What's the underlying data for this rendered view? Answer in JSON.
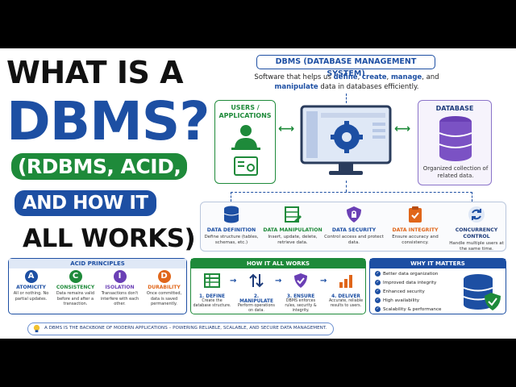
{
  "title": {
    "line1": "WHAT IS A",
    "line2": "DBMS?",
    "line3": "(RDBMS, ACID,",
    "line4": "AND HOW IT",
    "line5": "ALL WORKS)"
  },
  "dbms": {
    "heading": "DBMS (DATABASE MANAGEMENT SYSTEM)",
    "desc_before": "Software that helps us ",
    "kw_define": "define",
    "sep1": ", ",
    "kw_create": "create",
    "sep2": ", ",
    "kw_manage": "manage",
    "desc_mid": ", and ",
    "kw_manipulate": "manipulate",
    "desc_after": " data in databases efficiently."
  },
  "users": {
    "label": "USERS / APPLICATIONS"
  },
  "database": {
    "label": "DATABASE",
    "desc": "Organized collection of related data."
  },
  "features": [
    {
      "title": "DATA DEFINITION",
      "desc": "Define structure (tables, schemas, etc.)",
      "color": "#1d4fa3"
    },
    {
      "title": "DATA MANIPULATION",
      "desc": "Insert, update, delete, retrieve data.",
      "color": "#1e8a3a"
    },
    {
      "title": "DATA SECURITY",
      "desc": "Control access and protect data.",
      "color": "#1d4fa3"
    },
    {
      "title": "DATA INTEGRITY",
      "desc": "Ensure accuracy and consistency.",
      "color": "#e0661a"
    },
    {
      "title": "CONCURRENCY CONTROL",
      "desc": "Handle multiple users at the same time.",
      "color": "#1d4fa3"
    }
  ],
  "acid": {
    "heading": "ACID PRINCIPLES",
    "items": [
      {
        "letter": "A",
        "title": "ATOMICITY",
        "desc": "All or nothing. No partial updates.",
        "color": "#1d4fa3"
      },
      {
        "letter": "C",
        "title": "CONSISTENCY",
        "desc": "Data remains valid before and after a transaction.",
        "color": "#1e8a3a"
      },
      {
        "letter": "I",
        "title": "ISOLATION",
        "desc": "Transactions don't interfere with each other.",
        "color": "#6a3fb5"
      },
      {
        "letter": "D",
        "title": "DURABILITY",
        "desc": "Once committed, data is saved permanently.",
        "color": "#e0661a"
      }
    ]
  },
  "how": {
    "heading": "HOW IT ALL WORKS",
    "steps": [
      {
        "title": "1. DEFINE",
        "desc": "Create the database structure."
      },
      {
        "title": "2. MANIPULATE",
        "desc": "Perform operations on data."
      },
      {
        "title": "3. ENSURE",
        "desc": "DBMS enforces rules, security & integrity."
      },
      {
        "title": "4. DELIVER",
        "desc": "Accurate, reliable results to users."
      }
    ]
  },
  "why": {
    "heading": "WHY IT MATTERS",
    "items": [
      "Better data organization",
      "Improved data integrity",
      "Enhanced security",
      "High availability",
      "Scalability & performance"
    ]
  },
  "footer": {
    "text": "A DBMS IS THE BACKBONE OF MODERN APPLICATIONS – POWERING RELIABLE, SCALABLE, AND SECURE DATA MANAGEMENT."
  }
}
